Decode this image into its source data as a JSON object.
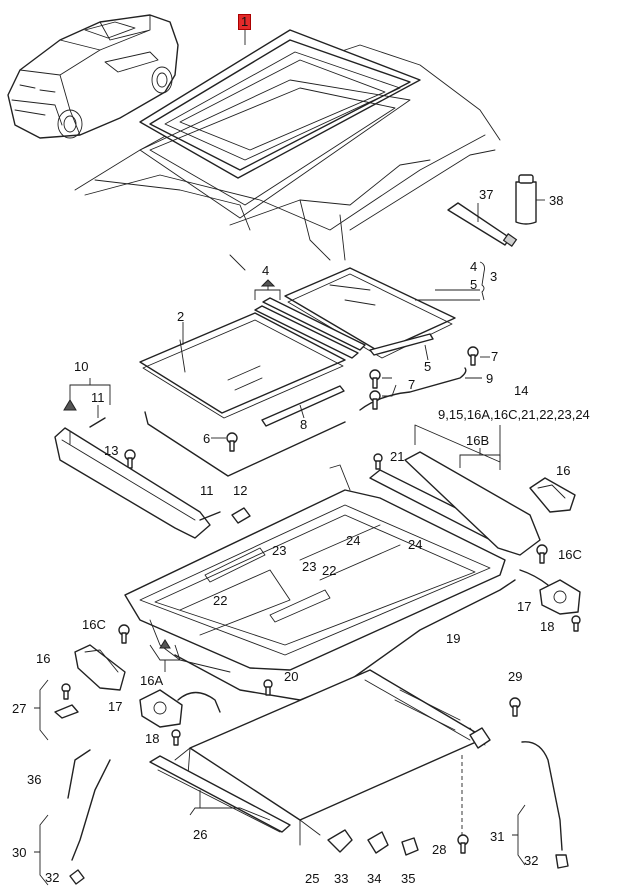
{
  "diagram": {
    "callouts": {
      "c1": "1",
      "c2": "2",
      "c3": "3",
      "c4a": "4",
      "c4b": "4",
      "c5a": "5",
      "c5b": "5",
      "c6": "6",
      "c7a": "7",
      "c7b": "7",
      "c8": "8",
      "c9": "9",
      "c10": "10",
      "c11a": "11",
      "c11b": "11",
      "c12": "12",
      "c13": "13",
      "c14": "14",
      "c14list": "9,15,16A,16C,21,22,23,24",
      "c16a": "16",
      "c16b": "16",
      "c16B": "16B",
      "c16Ca": "16C",
      "c16Cb": "16C",
      "c16A": "16A",
      "c17a": "17",
      "c17b": "17",
      "c18a": "18",
      "c18b": "18",
      "c19": "19",
      "c20": "20",
      "c21": "21",
      "c22a": "22",
      "c22b": "22",
      "c23a": "23",
      "c23b": "23",
      "c24a": "24",
      "c24b": "24",
      "c25": "25",
      "c26": "26",
      "c27": "27",
      "c28": "28",
      "c29": "29",
      "c30": "30",
      "c31": "31",
      "c32a": "32",
      "c32b": "32",
      "c33": "33",
      "c34": "34",
      "c35": "35",
      "c36": "36",
      "c37": "37",
      "c38": "38"
    },
    "highlight_color": "#e22a2a"
  }
}
